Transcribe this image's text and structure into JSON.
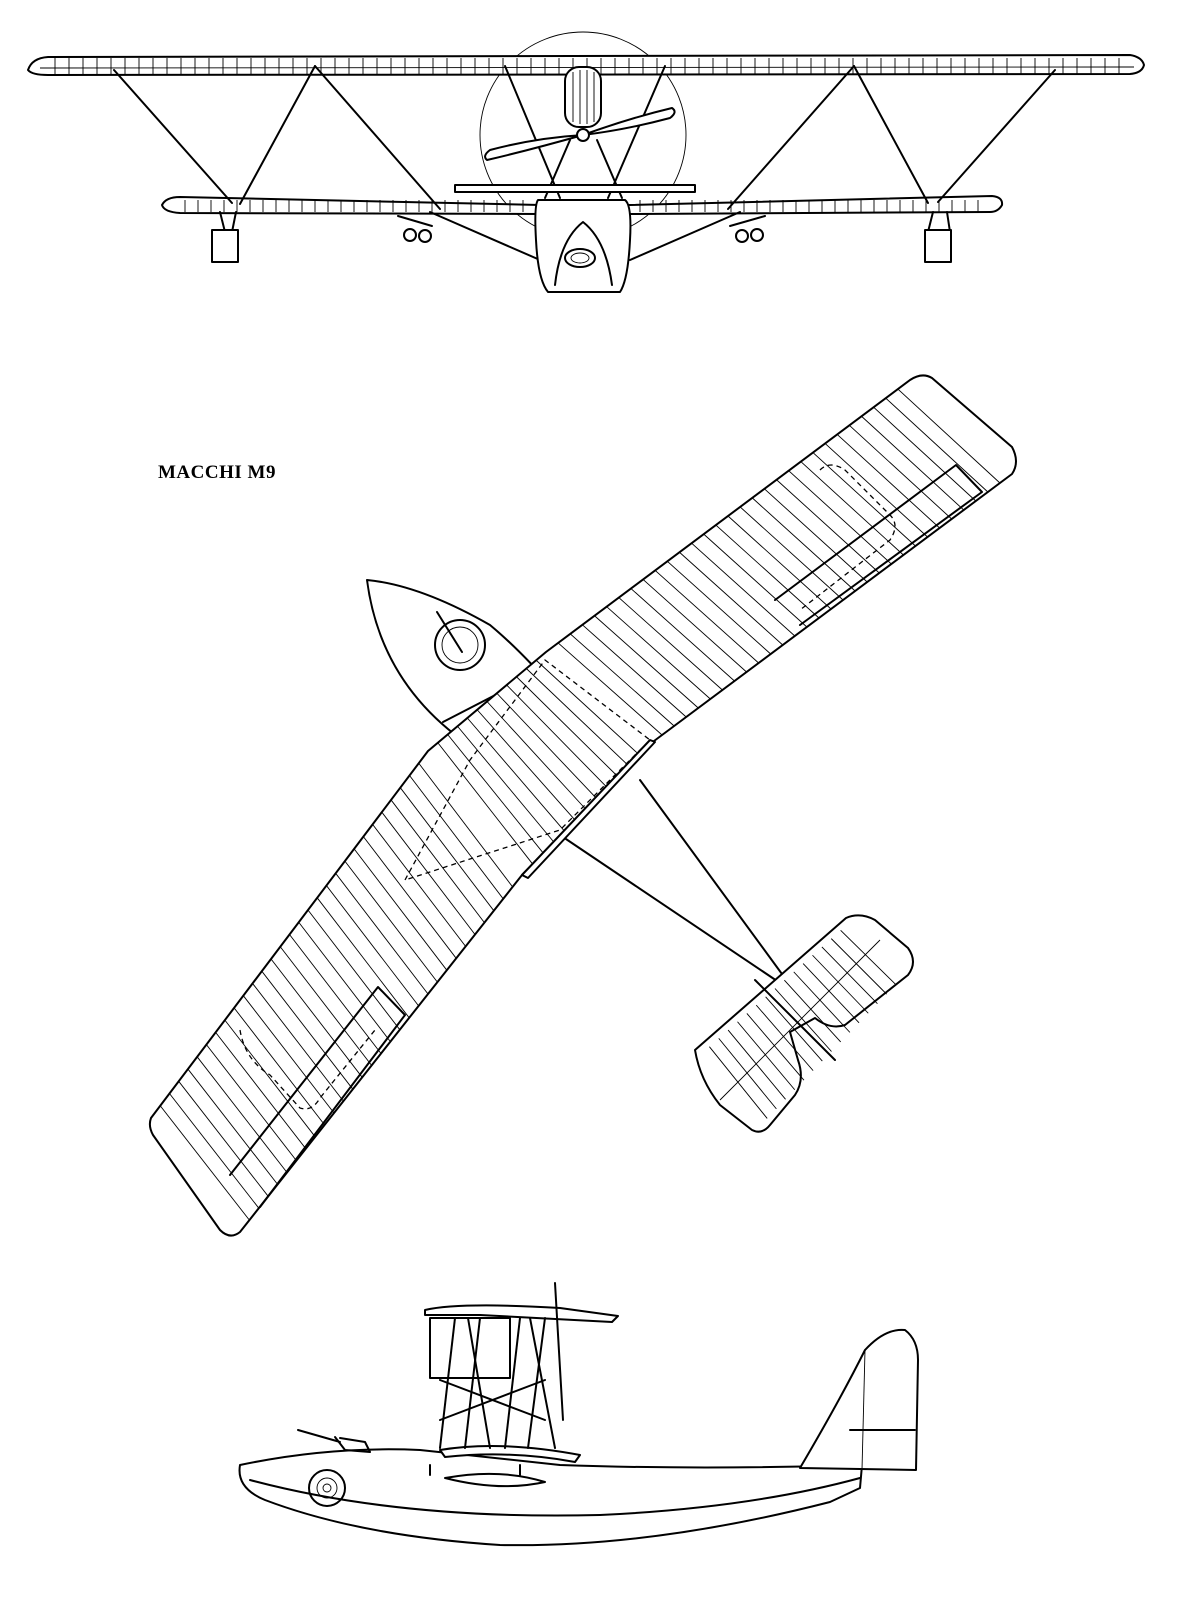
{
  "drawing": {
    "title": "MACCHI M9",
    "views": [
      {
        "name": "front-view"
      },
      {
        "name": "plan-view"
      },
      {
        "name": "side-view"
      }
    ],
    "colors": {
      "ink": "#000000",
      "paper": "#ffffff"
    }
  }
}
